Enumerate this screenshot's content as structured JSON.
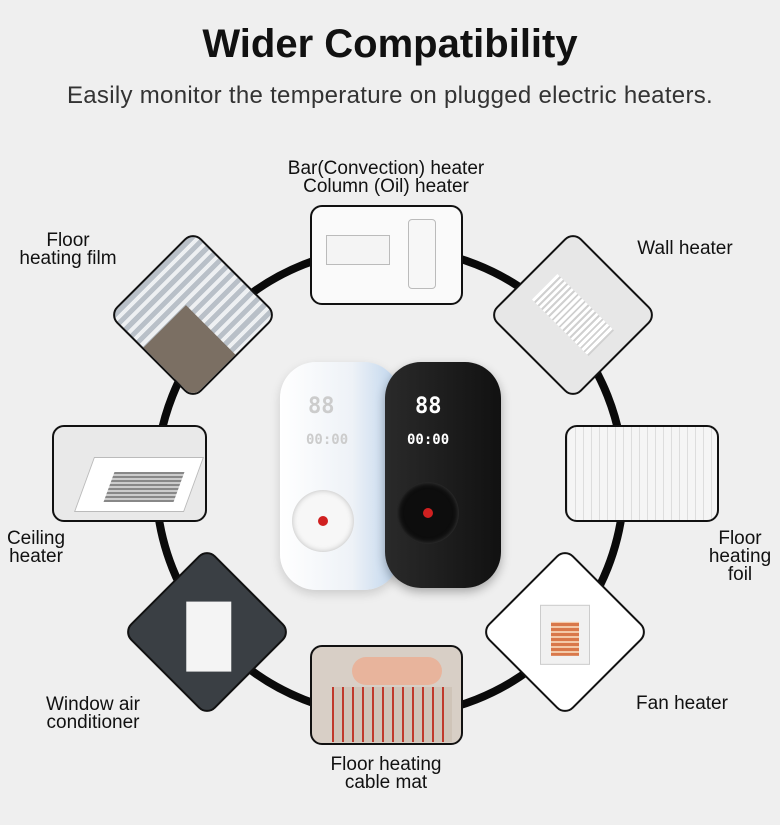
{
  "header": {
    "title": "Wider Compatibility",
    "subtitle": "Easily monitor the temperature on plugged electric heaters."
  },
  "heaters": [
    {
      "label": "Bar(Convection) heater\nColumn (Oil) heater",
      "line1": "Bar(Convection) heater",
      "line2": "Column (Oil) heater"
    },
    {
      "line1": "Floor",
      "line2": "heating film"
    },
    {
      "line1": "Wall heater"
    },
    {
      "line1": "Ceiling",
      "line2": "heater"
    },
    {
      "line1": "Floor",
      "line2": "heating",
      "line3": "foil"
    },
    {
      "line1": "Window air",
      "line2": "conditioner"
    },
    {
      "line1": "Fan heater"
    },
    {
      "line1": "Floor heating",
      "line2": "cable mat"
    }
  ],
  "devices": {
    "display_temp": "88",
    "display_time": "00:00"
  },
  "colors": {
    "ring": "#0a0a0a",
    "background": "#efefef",
    "white_device": "#dfe9f5",
    "black_device": "#1c1c1c"
  }
}
